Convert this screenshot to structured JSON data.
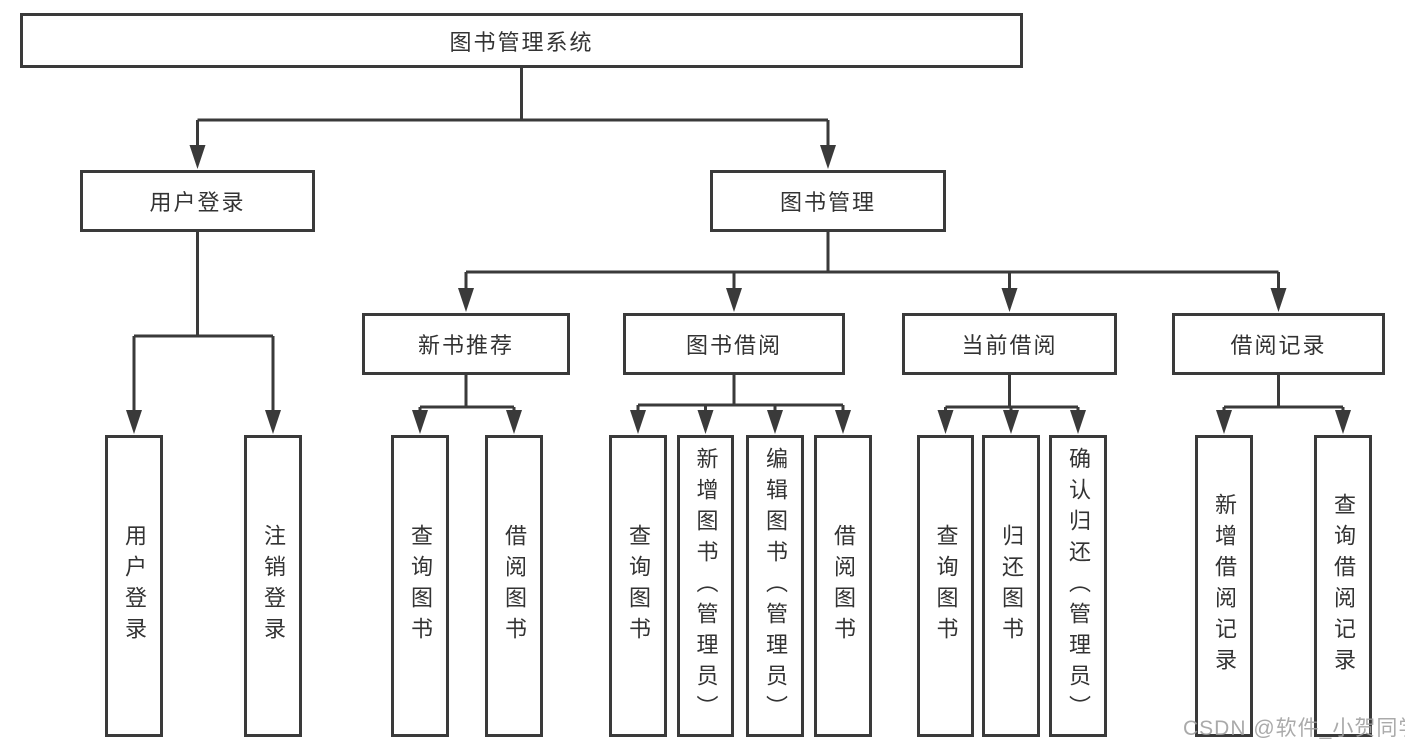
{
  "tree": {
    "label": "图书管理系统",
    "children": [
      {
        "label": "用户登录",
        "children": [
          {
            "label": "用户登录"
          },
          {
            "label": "注销登录"
          }
        ]
      },
      {
        "label": "图书管理",
        "children": [
          {
            "label": "新书推荐",
            "children": [
              {
                "label": "查询图书"
              },
              {
                "label": "借阅图书"
              }
            ]
          },
          {
            "label": "图书借阅",
            "children": [
              {
                "label": "查询图书"
              },
              {
                "label": "新增图书（管理员）"
              },
              {
                "label": "编辑图书（管理员）"
              },
              {
                "label": "借阅图书"
              }
            ]
          },
          {
            "label": "当前借阅",
            "children": [
              {
                "label": "查询图书"
              },
              {
                "label": "归还图书"
              },
              {
                "label": "确认归还（管理员）"
              }
            ]
          },
          {
            "label": "借阅记录",
            "children": [
              {
                "label": "新增借阅记录"
              },
              {
                "label": "查询借阅记录"
              }
            ]
          }
        ]
      }
    ]
  },
  "watermark": "CSDN @软件_小贺同学",
  "colors": {
    "line": "#3a3a3a",
    "text": "#333333",
    "box_background": "#ffffff",
    "watermark": "#9f9f9f"
  }
}
